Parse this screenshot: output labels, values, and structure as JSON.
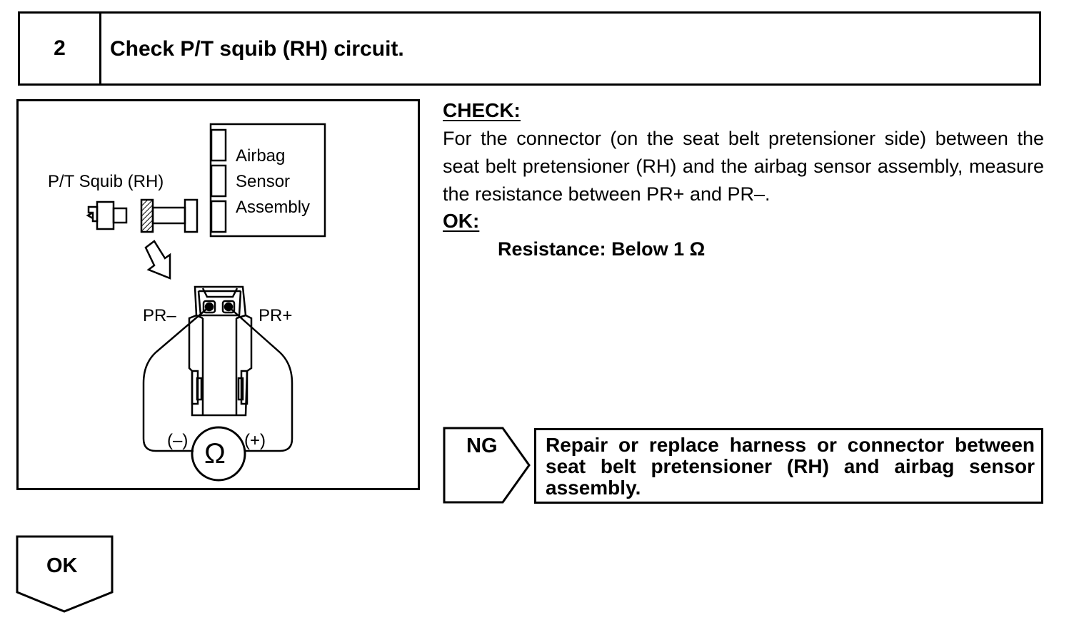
{
  "step": {
    "number": "2",
    "title": "Check P/T squib (RH) circuit."
  },
  "diagram": {
    "labels": {
      "squib": "P/T Squib (RH)",
      "sensor_line1": "Airbag",
      "sensor_line2": "Sensor",
      "sensor_line3": "Assembly",
      "pr_minus": "PR–",
      "pr_plus": "PR+",
      "meter_minus": "(–)",
      "meter_plus": "(+)",
      "ohm_symbol": "Ω"
    }
  },
  "check": {
    "heading": "CHECK:",
    "body": "For the connector (on the seat belt pretensioner side) between the seat belt pretensioner (RH) and the airbag sensor assembly, measure the resistance between PR+ and PR–.",
    "ok_heading": "OK:",
    "spec": "Resistance: Below 1 Ω"
  },
  "results": {
    "ng_label": "NG",
    "ng_action": "Repair or replace harness or connector between seat belt pretensioner (RH) and airbag sensor assembly.",
    "ok_label": "OK"
  }
}
